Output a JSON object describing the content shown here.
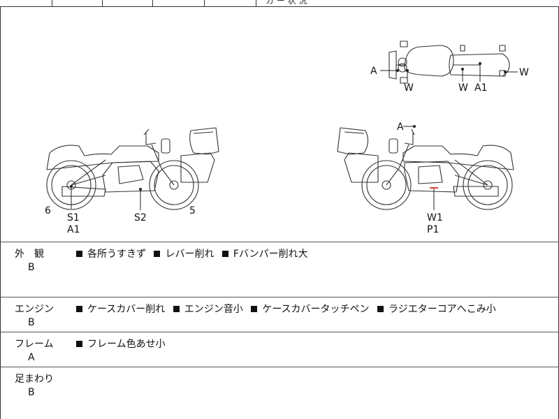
{
  "header_strip": {
    "partial_text": "カ ー 状 況"
  },
  "diagram": {
    "labels": {
      "top_a": "A",
      "top_w_left": "W",
      "top_w_mid": "W",
      "top_a1": "A1",
      "top_w_right": "W",
      "left_6": "6",
      "left_s1": "S1",
      "left_a1": "A1",
      "left_s2": "S2",
      "left_5": "5",
      "right_a": "A",
      "right_w1": "W1",
      "right_p1": "P1"
    }
  },
  "sections": [
    {
      "category": "外　観",
      "grade": "B",
      "notes": [
        "各所うすきず",
        "レバー削れ",
        "Fバンパー削れ大"
      ]
    },
    {
      "category": "エンジン",
      "grade": "B",
      "notes": [
        "ケースカバー削れ",
        "エンジン音小",
        "ケースカバータッチペン",
        "ラジエターコアへこみ小"
      ]
    },
    {
      "category": "フレーム",
      "grade": "A",
      "notes": [
        "フレーム色あせ小"
      ]
    },
    {
      "category": "足まわり",
      "grade": "B",
      "notes": []
    }
  ],
  "colors": {
    "line": "#333333",
    "damage_mark": "#d04040"
  }
}
